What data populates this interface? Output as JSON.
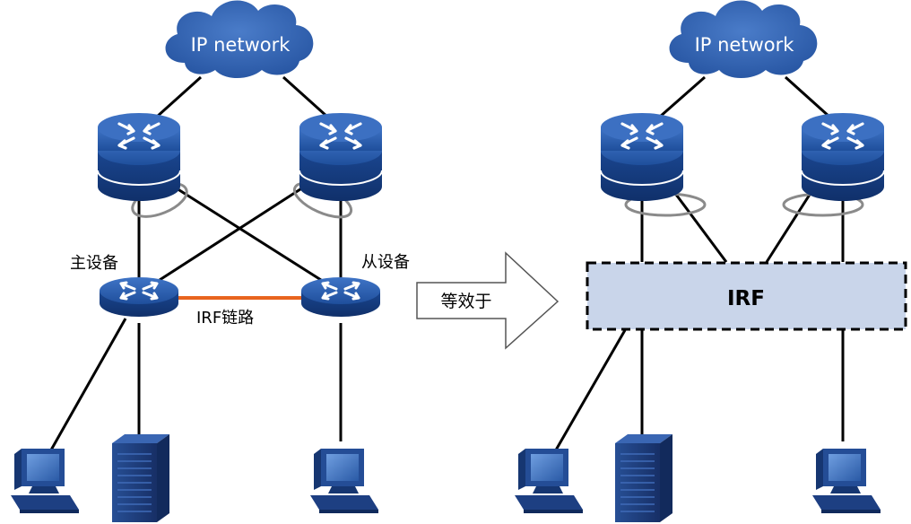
{
  "left": {
    "cloud_label": "IP network",
    "master_label": "主设备",
    "slave_label": "从设备",
    "irf_link_label": "IRF链路"
  },
  "middle": {
    "equivalent_label": "等效于"
  },
  "right": {
    "cloud_label": "IP network",
    "irf_label": "IRF"
  },
  "colors": {
    "device_blue": "#1f4f9c",
    "cloud_blue": "#2f5ca8",
    "irf_link": "#e8641e",
    "irf_box_fill": "#c9d5ea"
  }
}
